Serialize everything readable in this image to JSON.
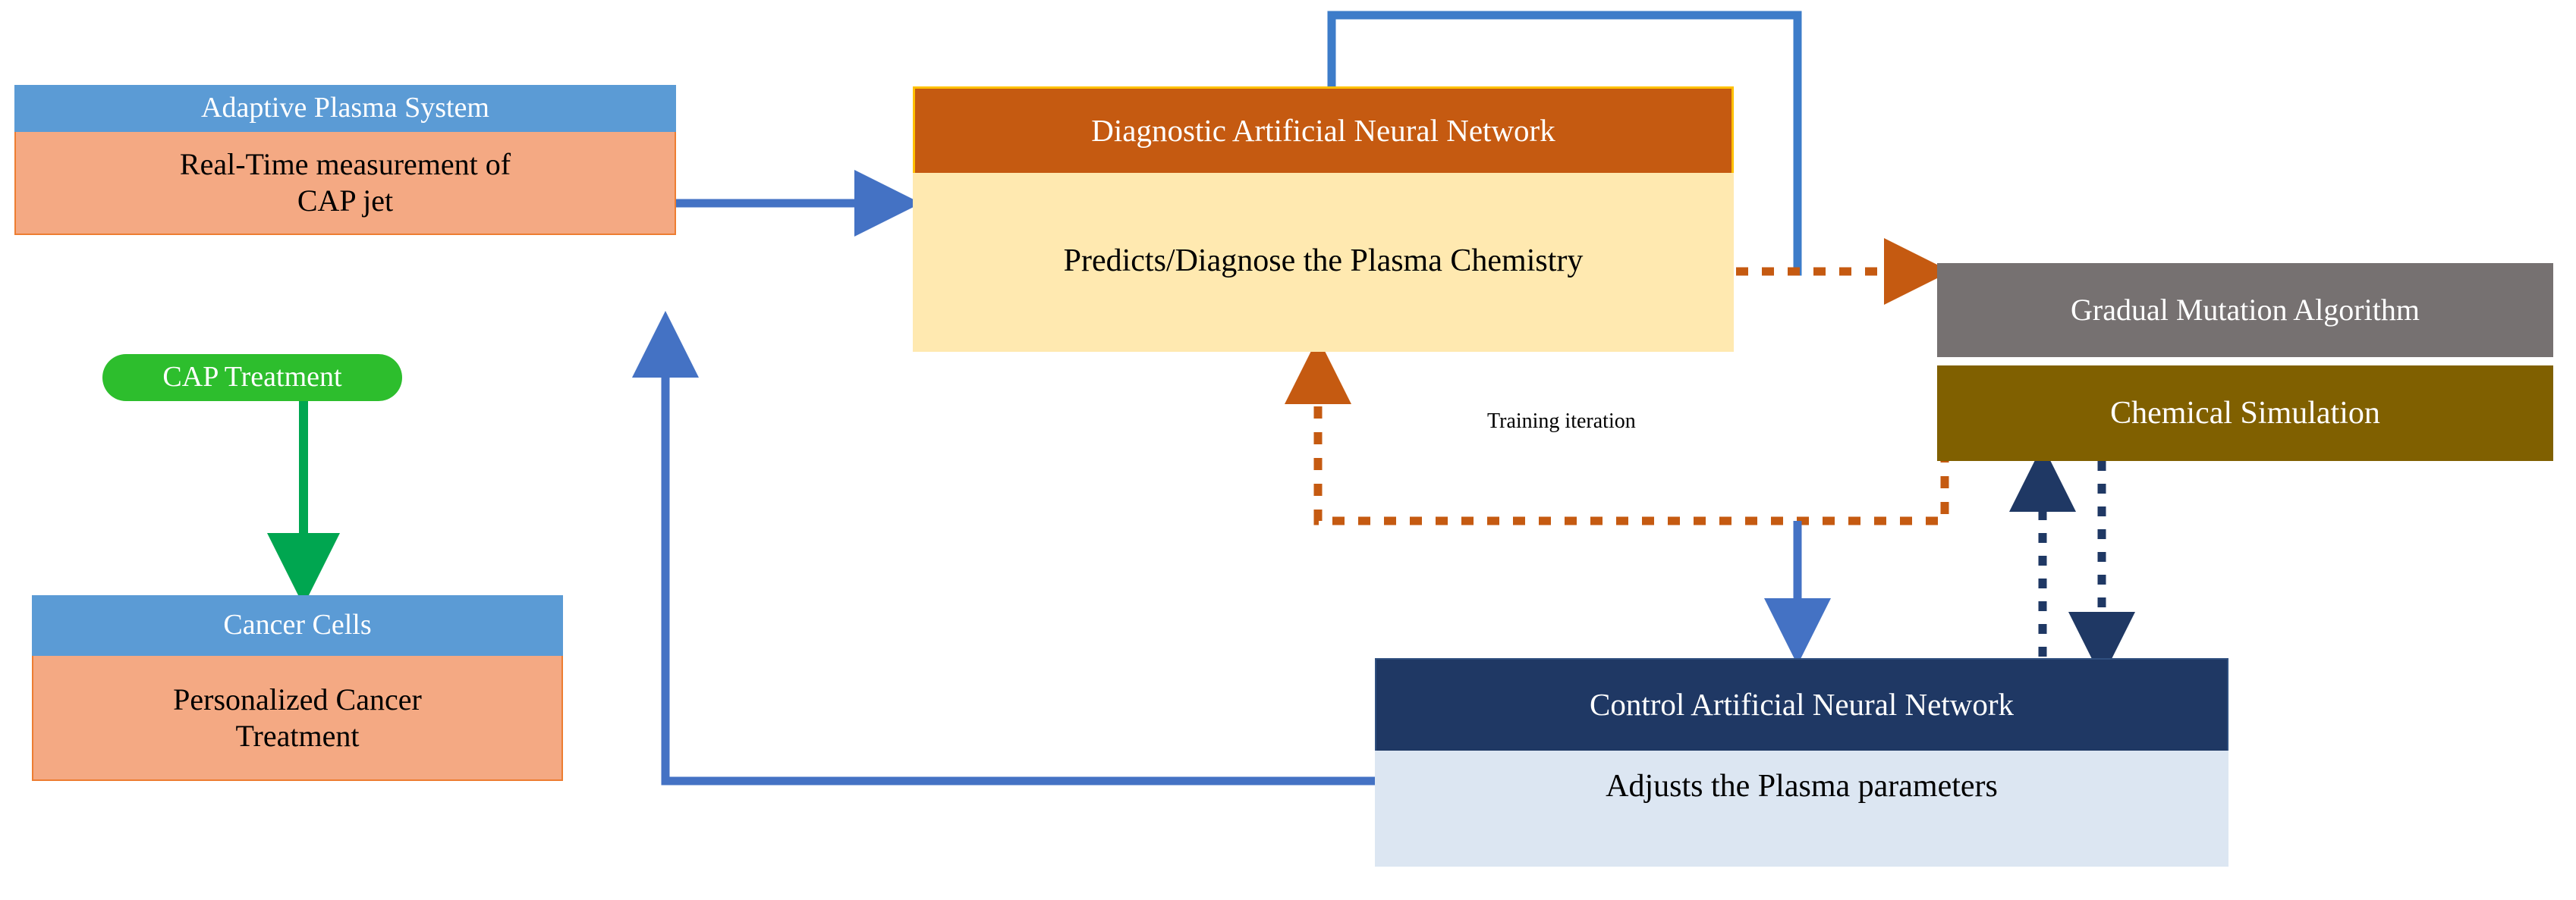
{
  "diagram": {
    "title": "Adaptive Plasma System closed-loop control diagram",
    "colors": {
      "header_blue": "#5b9bd5",
      "body_salmon": "#f4a983",
      "salmon_border": "#ed7d31",
      "pill_green": "#2dbe2d",
      "green_arrow": "#00a650",
      "header_dark_orange": "#c55a11",
      "gold_border": "#ffc000",
      "body_pale_yellow": "#ffe9b0",
      "header_gray": "#767171",
      "body_olive": "#806000",
      "header_navy": "#1f3864",
      "body_pale_blue": "#dce6f2",
      "blue_arrow": "#4472c4",
      "orange_dotted": "#c55a11",
      "navy_dotted": "#1f3864"
    },
    "nodes": {
      "adaptive_plasma_system": {
        "header": "Adaptive Plasma System",
        "body": "Real-Time measurement of\nCAP jet"
      },
      "cap_treatment": {
        "label": "CAP Treatment"
      },
      "cancer_cells": {
        "header": "Cancer Cells",
        "body": "Personalized Cancer\nTreatment"
      },
      "diagnostic_ann": {
        "header": "Diagnostic Artificial Neural Network",
        "body": "Predicts/Diagnose the Plasma Chemistry"
      },
      "gradual_mutation": {
        "header": "Gradual Mutation Algorithm",
        "body": "Chemical Simulation"
      },
      "control_ann": {
        "header": "Control Artificial Neural Network",
        "body": "Adjusts the Plasma parameters"
      }
    },
    "edge_labels": {
      "training_iteration": "Training  iteration"
    }
  }
}
